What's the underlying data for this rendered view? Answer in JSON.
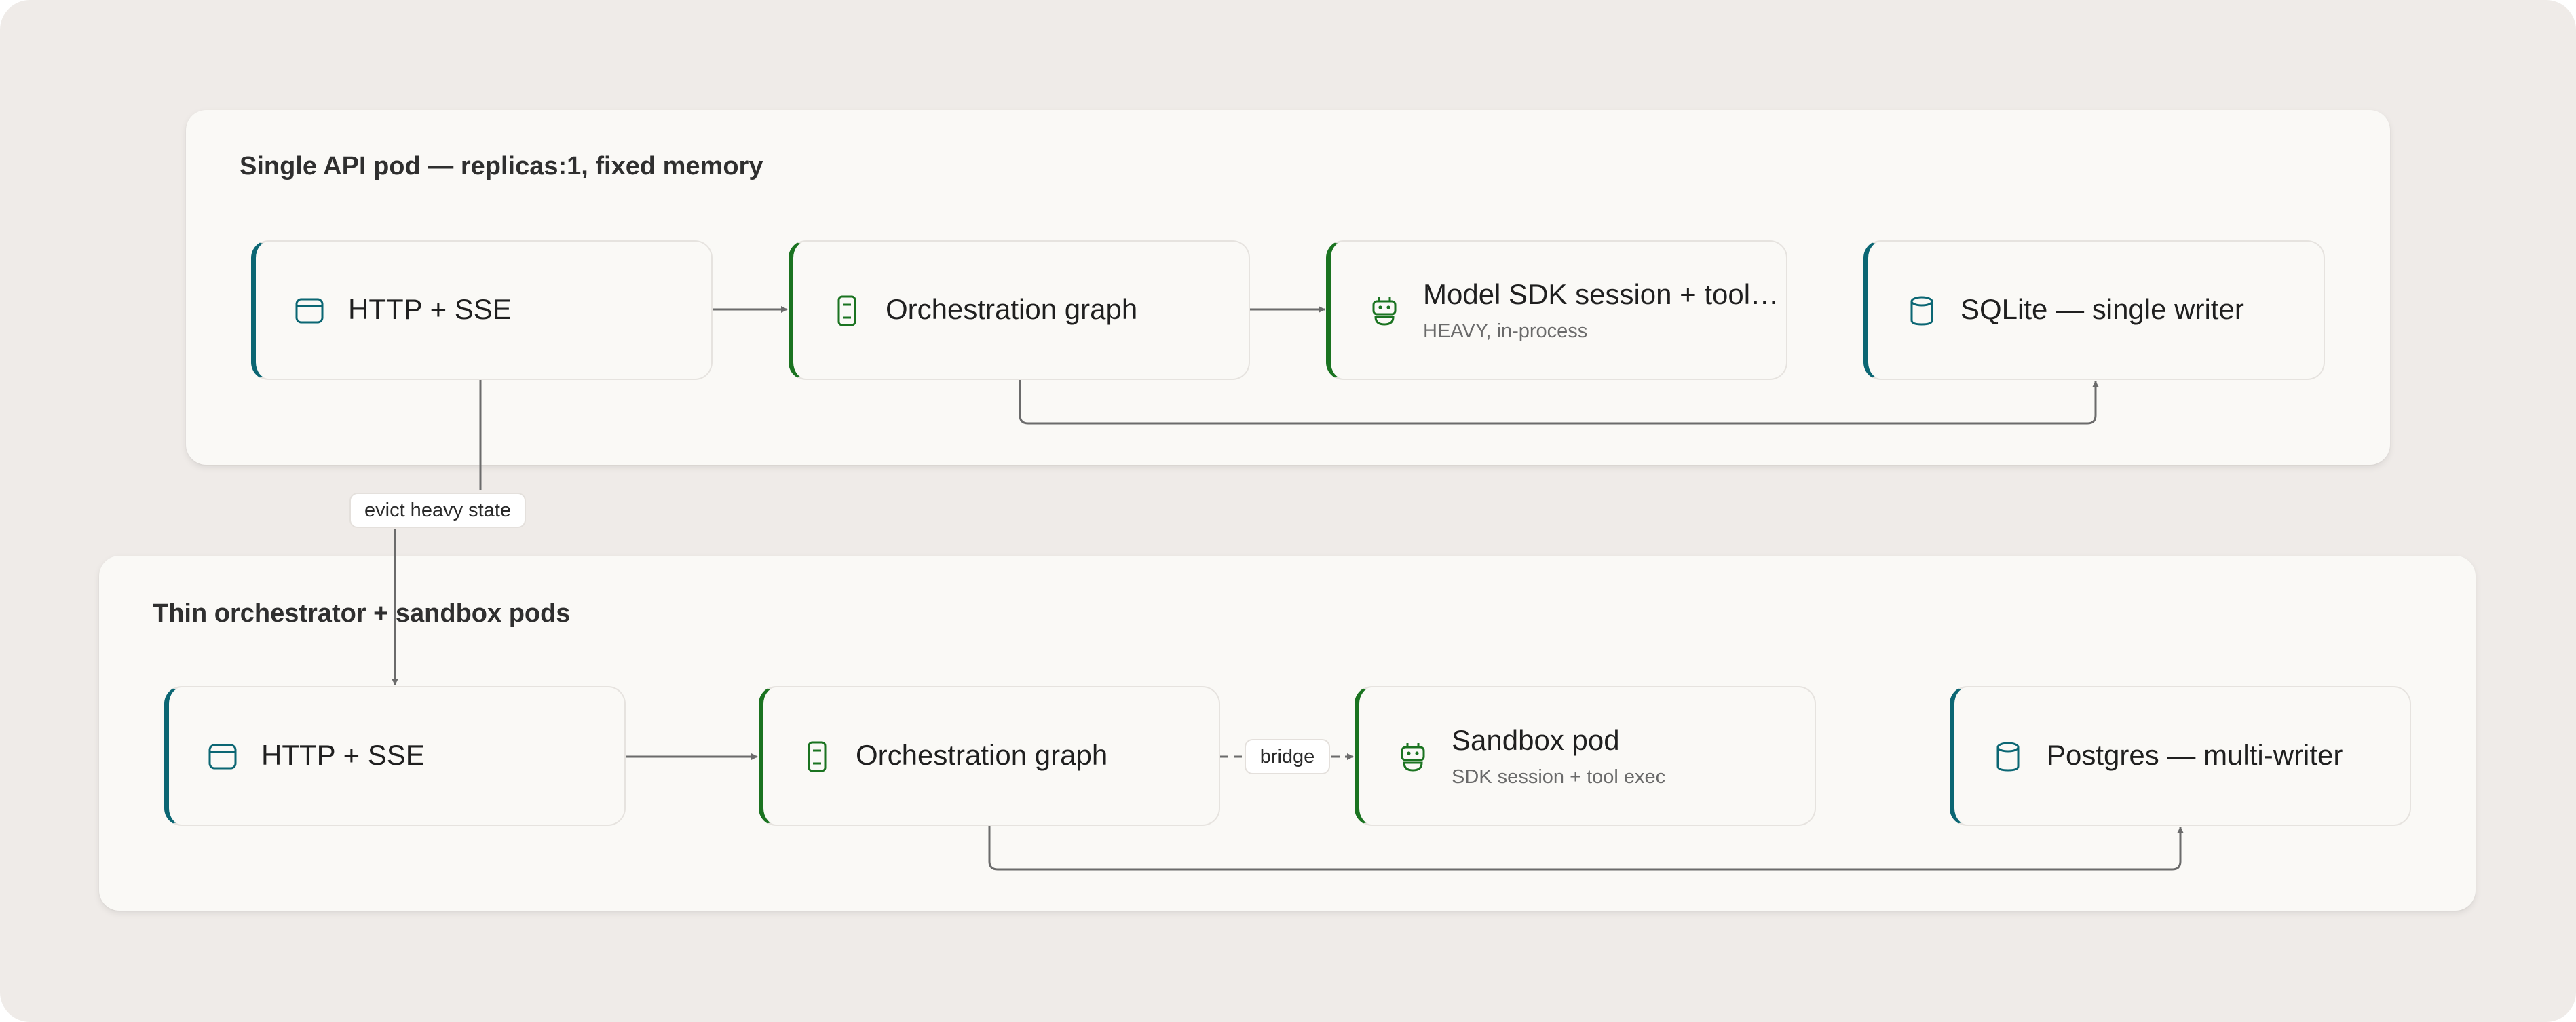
{
  "colors": {
    "canvas_bg": "#efebe8",
    "panel_bg": "#faf9f6",
    "teal_accent": "#0b6673",
    "green_accent": "#1a7320",
    "connector": "#6b6b6b"
  },
  "top_panel": {
    "title": "Single API pod — replicas:1, fixed memory",
    "nodes": [
      {
        "label": "HTTP + SSE",
        "icon": "browser-window-icon",
        "accent": "teal"
      },
      {
        "label": "Orchestration graph",
        "icon": "mobile-device-icon",
        "accent": "green"
      },
      {
        "label": "Model SDK session + tool…",
        "sub": "HEAVY, in-process",
        "icon": "robot-icon",
        "accent": "green"
      },
      {
        "label": "SQLite — single writer",
        "icon": "database-icon",
        "accent": "teal"
      }
    ]
  },
  "bottom_panel": {
    "title": "Thin orchestrator + sandbox pods",
    "nodes": [
      {
        "label": "HTTP + SSE",
        "icon": "browser-window-icon",
        "accent": "teal"
      },
      {
        "label": "Orchestration graph",
        "icon": "mobile-device-icon",
        "accent": "green"
      },
      {
        "label": "Sandbox pod",
        "sub": "SDK session + tool exec",
        "icon": "robot-icon",
        "accent": "green"
      },
      {
        "label": "Postgres — multi-writer",
        "icon": "database-icon",
        "accent": "teal"
      }
    ]
  },
  "edge_labels": {
    "evict": "evict heavy state",
    "bridge": "bridge"
  }
}
